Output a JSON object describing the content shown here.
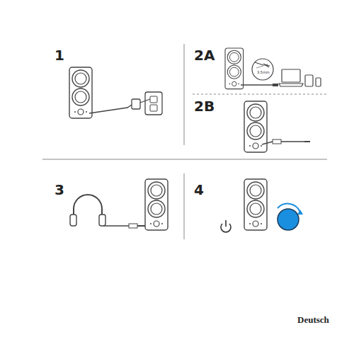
{
  "diagram": {
    "labels": [
      "1",
      "2A",
      "2B",
      "3",
      "4",
      "3.5mm",
      "Deutsch"
    ]
  }
}
